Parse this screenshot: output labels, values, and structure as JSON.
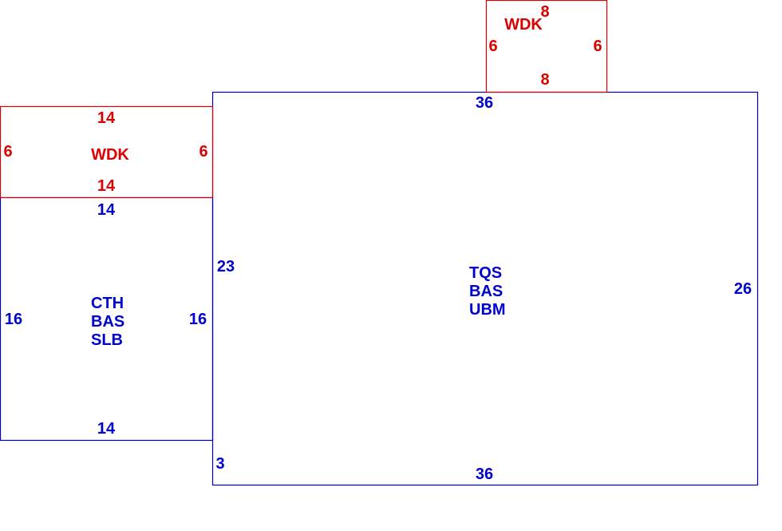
{
  "colors": {
    "main": "#0000cc",
    "deck": "#dd0000",
    "background": "#ffffff"
  },
  "sections": {
    "main_house": {
      "codes": [
        "TQS",
        "BAS",
        "UBM"
      ],
      "top": "36",
      "bottom": "36",
      "right": "26",
      "left_upper": "23",
      "left_lower": "3"
    },
    "side_wing": {
      "codes": [
        "CTH",
        "BAS",
        "SLB"
      ],
      "top": "14",
      "bottom": "14",
      "left": "16",
      "right": "16"
    },
    "left_deck": {
      "code": "WDK",
      "top": "14",
      "bottom": "14",
      "left": "6",
      "right": "6"
    },
    "top_deck": {
      "code": "WDK",
      "top": "8",
      "bottom": "8",
      "left": "6",
      "right": "6"
    }
  }
}
